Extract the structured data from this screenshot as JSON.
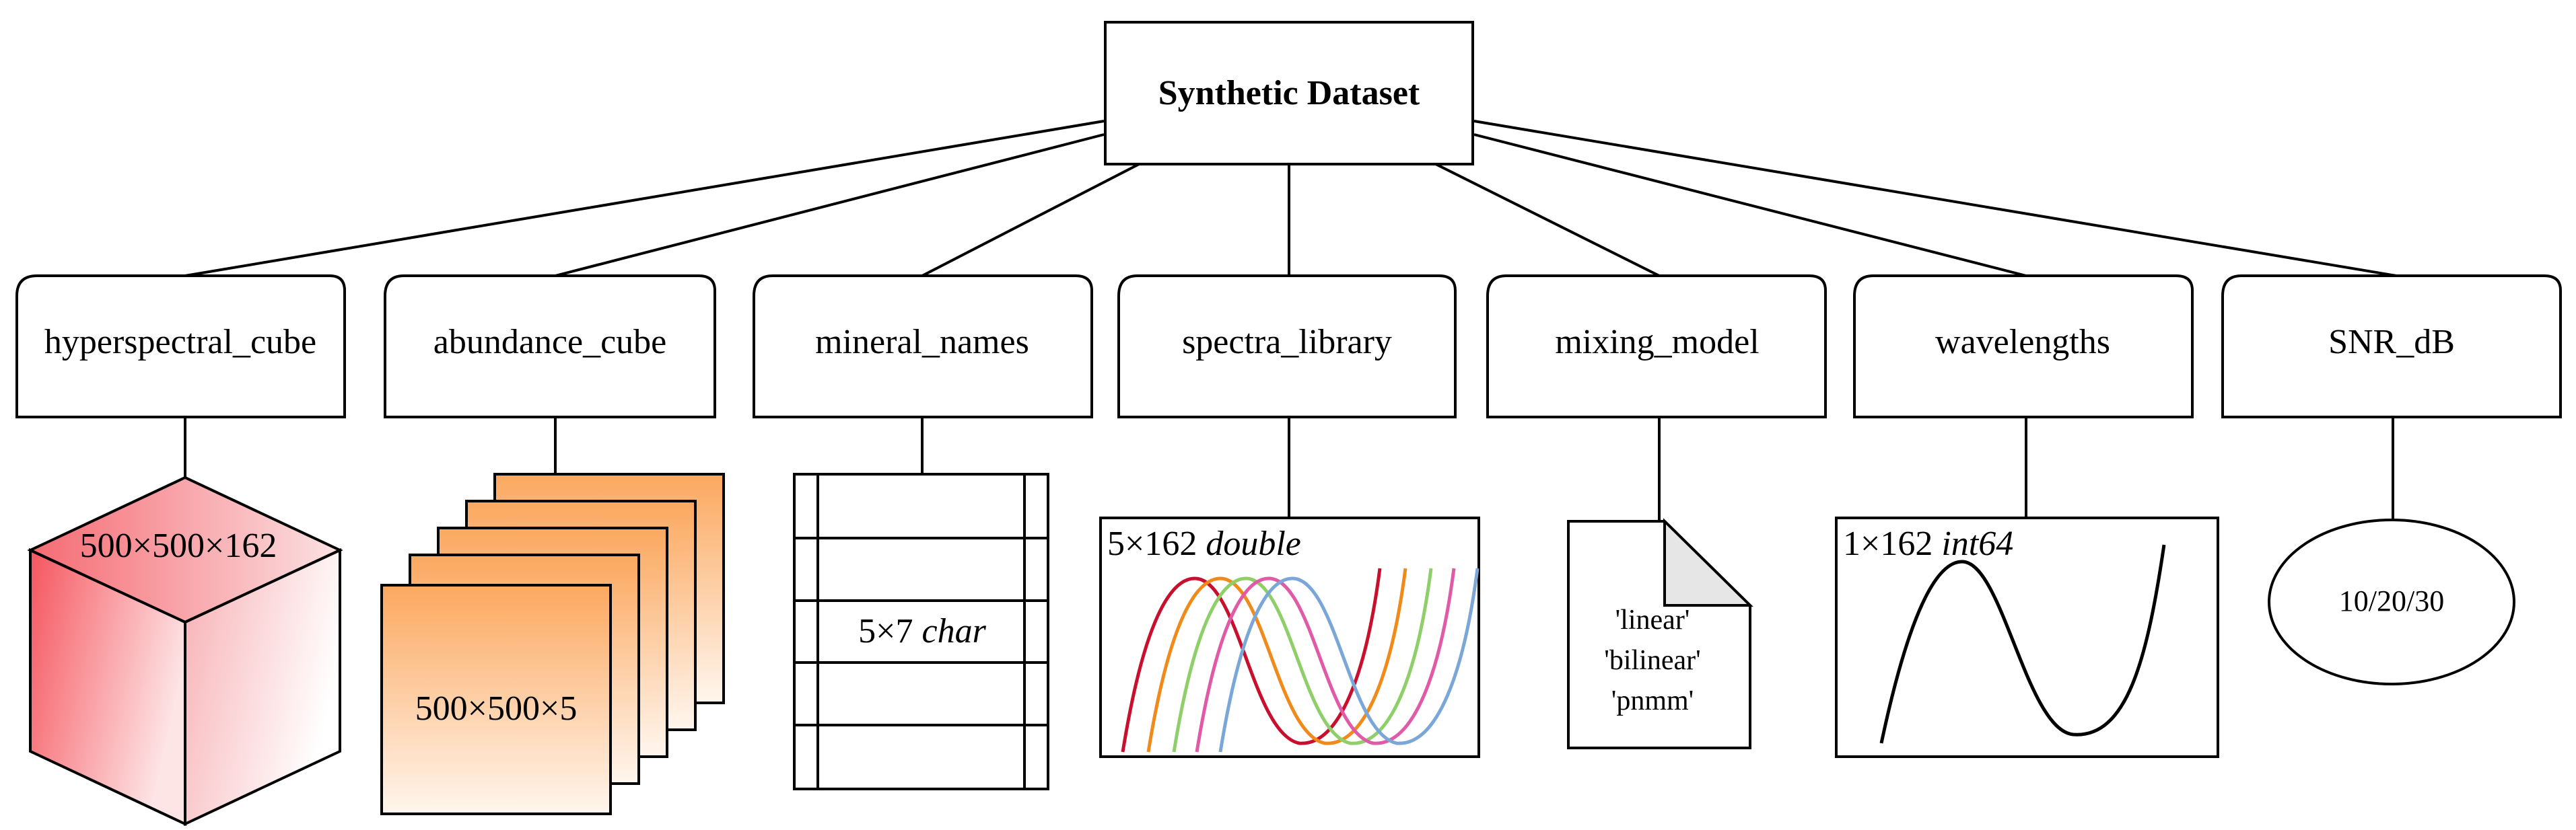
{
  "root": {
    "label": "Synthetic Dataset"
  },
  "fields": [
    {
      "label": "hyperspectral_cube",
      "content": "500×500×162"
    },
    {
      "label": "abundance_cube",
      "content": "500×500×5"
    },
    {
      "label": "mineral_names",
      "content_size": "5×7",
      "content_type": "char"
    },
    {
      "label": "spectra_library",
      "content_size": "5×162",
      "content_type": "double"
    },
    {
      "label": "mixing_model",
      "content_lines": [
        "'linear'",
        "'bilinear'",
        "'pnmm'"
      ]
    },
    {
      "label": "wavelengths",
      "content_size": "1×162",
      "content_type": "int64"
    },
    {
      "label": "SNR_dB",
      "content": "10/20/30"
    }
  ],
  "colors": {
    "cube_front_start": "#f5555e",
    "cube_side": "#f7a1a6",
    "abundance_start": "#fbaa63",
    "spectra_series": [
      "#c8102e",
      "#f08a1a",
      "#8fcf6a",
      "#e05aa8",
      "#7aa7d8"
    ]
  }
}
